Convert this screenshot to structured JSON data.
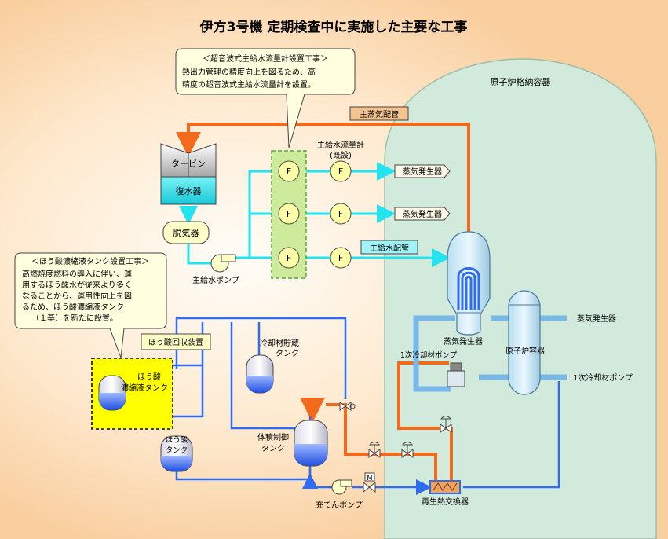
{
  "title": "伊方3号機 定期検査中に実施した主要な工事",
  "containment_label": "原子炉格納容器",
  "callout_flow": {
    "heading": "＜超音波式主給水流量計設置工事＞",
    "line1": "熱出力管理の精度向上を図るため、高",
    "line2": "精度の超音波式主給水流量計を設置。"
  },
  "callout_boric": {
    "heading": "＜ほう酸濃縮液タンク設置工事＞",
    "line1": "高燃焼度燃料の導入に伴い、運",
    "line2": "用するほう酸水が従来より多く",
    "line3": "なることから、運用性向上を図",
    "line4": "るため、ほう酸濃縮液タンク",
    "line5": "（１基）を新たに設置。"
  },
  "labels": {
    "main_steam_pipe": "主蒸気配管",
    "turbine": "タービン",
    "condenser": "復水器",
    "deaerator": "脱気器",
    "main_feed_pump": "主給水ポンプ",
    "flowmeter_existing_1": "主給水流量計",
    "flowmeter_existing_2": "(既設)",
    "flow_symbol": "F",
    "to_sg": "蒸気発生器",
    "main_feed_pipe": "主給水配管",
    "steam_generator": "蒸気発生器",
    "steam_generator_right": "蒸気発生器",
    "reactor_vessel": "原子炉容器",
    "rcp": "1次冷却材ポンプ",
    "rcp_right": "1次冷却材ポンプ",
    "boric_recovery": "ほう酸回収装置",
    "coolant_storage_1": "冷却材貯蔵",
    "coolant_storage_2": "タンク",
    "boric_conc_1": "ほう酸",
    "boric_conc_2": "濃縮液タンク",
    "boric_tank_1": "ほう酸",
    "boric_tank_2": "タンク",
    "vct_1": "体積制御",
    "vct_2": "タンク",
    "charging_pump": "充てんポンプ",
    "regen_hx": "再生熱交換器",
    "motor_valve": "M"
  },
  "colors": {
    "orange_pipe": "#f26a1b",
    "cyan_pipe": "#22e3ee",
    "blue_pipe": "#2f6cf0",
    "callout_fill": "#ffffe0",
    "flow_highlight": "#cdeb9b",
    "boric_highlight": "#ffff00",
    "containment": "#cfe9d8",
    "tag_fill": "#f2c38f",
    "cyan_tag": "#9ff3f6"
  }
}
